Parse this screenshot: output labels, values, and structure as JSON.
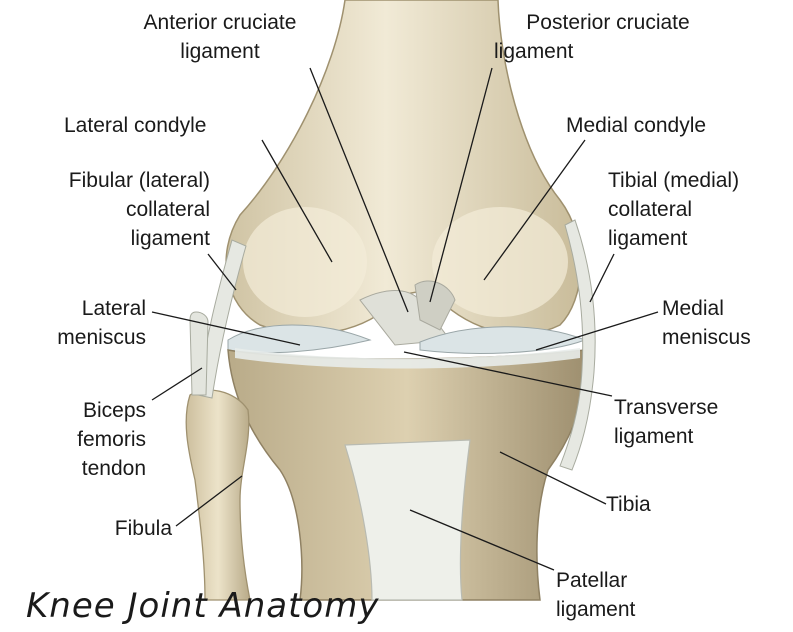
{
  "title": "Knee Joint Anatomy",
  "labels": {
    "anterior_cruciate": [
      "Anterior cruciate",
      "ligament"
    ],
    "posterior_cruciate": [
      "Posterior cruciate",
      "ligament"
    ],
    "lateral_condyle": [
      "Lateral condyle"
    ],
    "medial_condyle": [
      "Medial condyle"
    ],
    "fibular_collateral": [
      "Fibular (lateral)",
      "collateral",
      "ligament"
    ],
    "tibial_collateral": [
      "Tibial (medial)",
      "collateral",
      "ligament"
    ],
    "lateral_meniscus": [
      "Lateral",
      "meniscus"
    ],
    "medial_meniscus": [
      "Medial",
      "meniscus"
    ],
    "biceps_femoris": [
      "Biceps",
      "femoris",
      "tendon"
    ],
    "transverse_ligament": [
      "Transverse",
      "ligament"
    ],
    "tibia": [
      "Tibia"
    ],
    "fibula": [
      "Fibula"
    ],
    "patellar_ligament": [
      "Patellar",
      "ligament"
    ]
  },
  "colors": {
    "bone_light": "#ede4cc",
    "bone_mid": "#d9cba8",
    "bone_shadow": "#a89a7a",
    "cartilage": "#dce3e4",
    "ligament": "#e6e8e2",
    "leader_line": "#1a1a1a"
  }
}
